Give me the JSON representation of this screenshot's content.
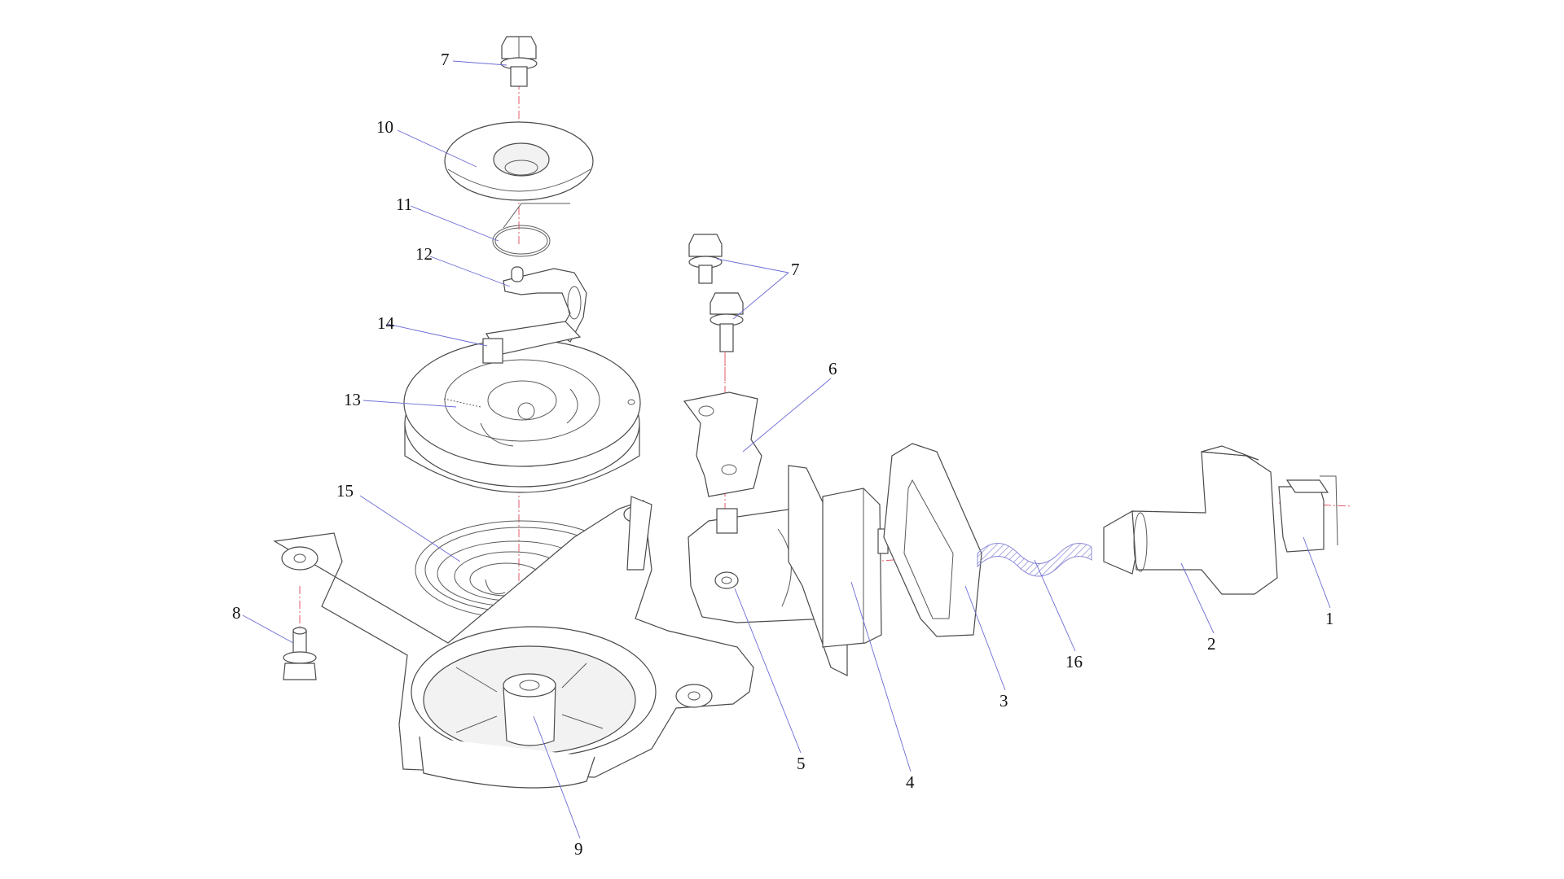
{
  "diagram": {
    "colors": {
      "line": "#4a4a4a",
      "leader": "#6b6bd6",
      "axis": "#e05a6a",
      "rope": "#8a8ad8"
    },
    "callouts": {
      "c1": "1",
      "c2": "2",
      "c3": "3",
      "c4": "4",
      "c5": "5",
      "c6": "6",
      "c7a": "7",
      "c7b": "7",
      "c8": "8",
      "c9": "9",
      "c10": "10",
      "c11": "11",
      "c12": "12",
      "c13": "13",
      "c14": "14",
      "c15": "15",
      "c16": "16"
    }
  }
}
